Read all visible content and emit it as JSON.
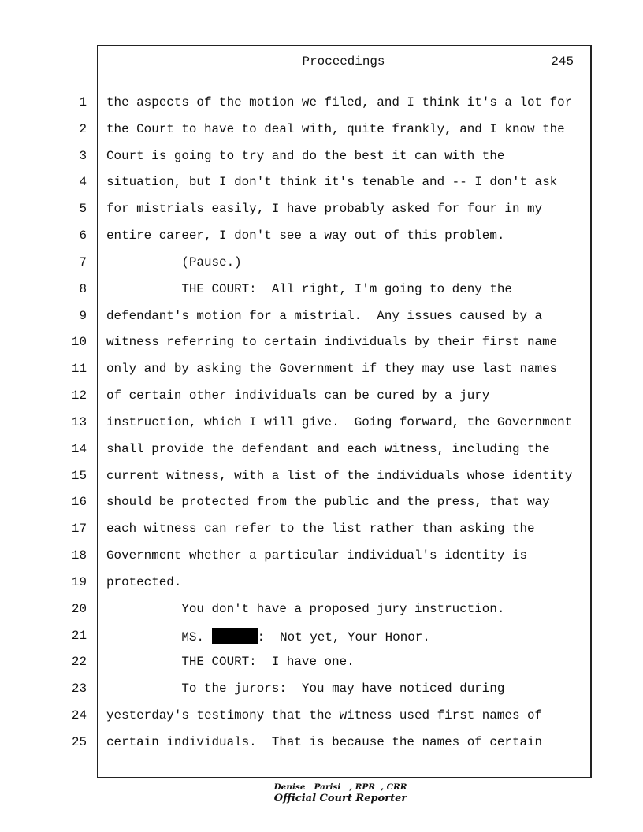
{
  "header": {
    "title": "Proceedings",
    "page_number": "245"
  },
  "lines": [
    "the aspects of the motion we filed, and I think it's a lot for",
    "the Court to have to deal with, quite frankly, and I know the",
    "Court is going to try and do the best it can with the",
    "situation, but I don't think it's tenable and -- I don't ask",
    "for mistrials easily, I have probably asked for four in my",
    "entire career, I don't see a way out of this problem.",
    "          (Pause.)",
    "          THE COURT:  All right, I'm going to deny the",
    "defendant's motion for a mistrial.  Any issues caused by a",
    "witness referring to certain individuals by their first name",
    "only and by asking the Government if they may use last names",
    "of certain other individuals can be cured by a jury",
    "instruction, which I will give.  Going forward, the Government",
    "shall provide the defendant and each witness, including the",
    "current witness, with a list of the individuals whose identity",
    "should be protected from the public and the press, that way",
    "each witness can refer to the list rather than asking the",
    "Government whether a particular individual's identity is",
    "protected.",
    "          You don't have a proposed jury instruction.",
    null,
    "          THE COURT:  I have one.",
    "          To the jurors:  You may have noticed during",
    "yesterday's testimony that the witness used first names of",
    "certain individuals.  That is because the names of certain"
  ],
  "line21": {
    "prefix": "          MS. ",
    "suffix": ":  Not yet, Your Honor."
  },
  "footer": {
    "reporter": "Denise   Parisi   , RPR  , CRR",
    "title": "Official Court Reporter"
  }
}
